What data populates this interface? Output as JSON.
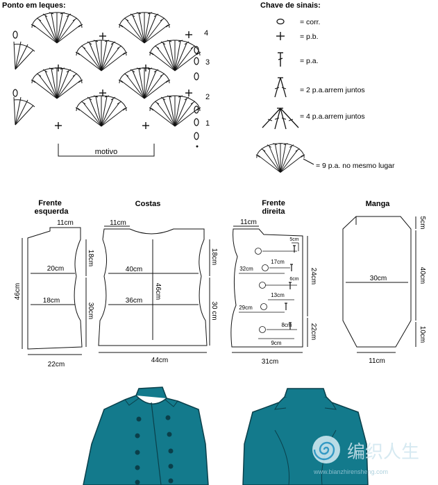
{
  "stitch_chart": {
    "title": "Ponto em leques:",
    "row_numbers": [
      "4",
      "3",
      "2",
      "1"
    ],
    "motif_label": "motivo"
  },
  "key": {
    "title": "Chave de sinais:",
    "items": [
      {
        "icon": "chain-oval-icon",
        "label": "= corr."
      },
      {
        "icon": "single-crochet-plus-icon",
        "label": "= p.b."
      },
      {
        "icon": "double-crochet-icon",
        "label": "= p.a."
      },
      {
        "icon": "two-dc-together-icon",
        "label": "= 2 p.a.arrem juntos"
      },
      {
        "icon": "four-dc-together-icon",
        "label": "= 4 p.a.arrem juntos"
      },
      {
        "icon": "fan-nine-dc-icon",
        "label": "= 9 p.a. no mesmo lugar"
      }
    ]
  },
  "schematics": {
    "front_left": {
      "title": [
        "Frente",
        "esquerda"
      ],
      "dims": {
        "top": "11cm",
        "upper": "20cm",
        "lower": "18cm",
        "bottom": "22cm",
        "height": "46cm",
        "armhole": "18cm",
        "side": "30cm"
      }
    },
    "back": {
      "title": [
        "Costas"
      ],
      "dims": {
        "top": "11cm",
        "upper": "40cm",
        "lower": "36cm",
        "bottom": "44cm",
        "center": "46cm",
        "armhole": "18cm",
        "side": "30 cm"
      }
    },
    "front_right": {
      "title": [
        "Frente",
        "direita"
      ],
      "dims": {
        "top": "11cm",
        "d1": "5cm",
        "d2": "32cm",
        "d3": "17cm",
        "d4": "6cm",
        "d5": "13cm",
        "d6": "29cm",
        "d7": "8cm",
        "d8": "9cm",
        "bottom": "31cm",
        "right_upper": "24cm",
        "right_lower": "22cm"
      }
    },
    "sleeve": {
      "title": [
        "Manga"
      ],
      "dims": {
        "width": "30cm",
        "cuff": "11cm",
        "cap": "5cm",
        "length": "40cm",
        "band": "10cm"
      }
    }
  },
  "illustration": {
    "color": "#137a8c",
    "button_color": "#0a3f4a"
  },
  "watermark": {
    "text": "编织人生",
    "url": "www.bianzhirensheng.com"
  }
}
